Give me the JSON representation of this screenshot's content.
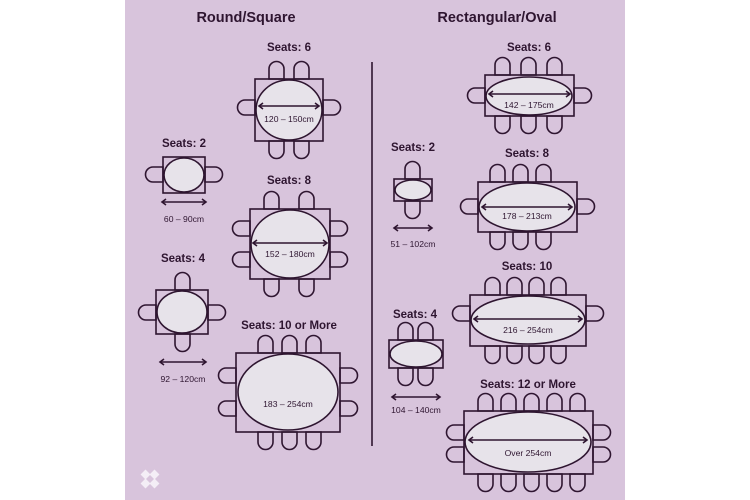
{
  "headings": {
    "round_square": "Round/Square",
    "rectangular_oval": "Rectangular/Oval"
  },
  "round_square": [
    {
      "id": "rs6",
      "seats": "Seats: 6",
      "size": "120 – 150cm"
    },
    {
      "id": "rs2",
      "seats": "Seats: 2",
      "size": "60 – 90cm"
    },
    {
      "id": "rs8",
      "seats": "Seats: 8",
      "size": "152 – 180cm"
    },
    {
      "id": "rs4",
      "seats": "Seats: 4",
      "size": "92 – 120cm"
    },
    {
      "id": "rs10",
      "seats": "Seats: 10 or More",
      "size": "183 – 254cm"
    }
  ],
  "rectangular_oval": [
    {
      "id": "ro6",
      "seats": "Seats: 6",
      "size": "142 – 175cm"
    },
    {
      "id": "ro2",
      "seats": "Seats: 2",
      "size": "51 – 102cm"
    },
    {
      "id": "ro8",
      "seats": "Seats: 8",
      "size": "178 – 213cm"
    },
    {
      "id": "ro10",
      "seats": "Seats: 10",
      "size": "216 – 254cm"
    },
    {
      "id": "ro4",
      "seats": "Seats: 4",
      "size": "104 – 140cm"
    },
    {
      "id": "ro12",
      "seats": "Seats: 12 or More",
      "size": "Over 254cm"
    }
  ],
  "colors": {
    "background": "#d8c4dc",
    "ink": "#2e1530",
    "table_fill": "#e7e3ea",
    "logo": "#f4eef6"
  },
  "icons": {
    "logo": "brand-logo-icon"
  }
}
